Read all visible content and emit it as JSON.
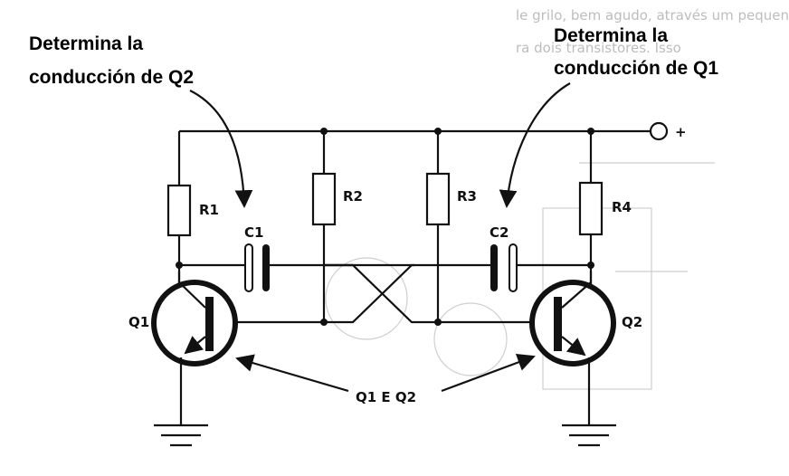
{
  "annotations": {
    "left_note": [
      "Determina la",
      "conducción de Q2"
    ],
    "right_note": [
      "Determina la",
      "conducción de Q1"
    ],
    "center_label": "Q1 E Q2"
  },
  "components": {
    "r1": "R1",
    "r2": "R2",
    "r3": "R3",
    "r4": "R4",
    "c1": "C1",
    "c2": "C2",
    "q1": "Q1",
    "q2": "Q2",
    "supply": "+"
  },
  "background_bleed": {
    "line1": "le grilo, bem agudo, através um pequeno alto",
    "line2": "ra dois transistores. Isso"
  }
}
